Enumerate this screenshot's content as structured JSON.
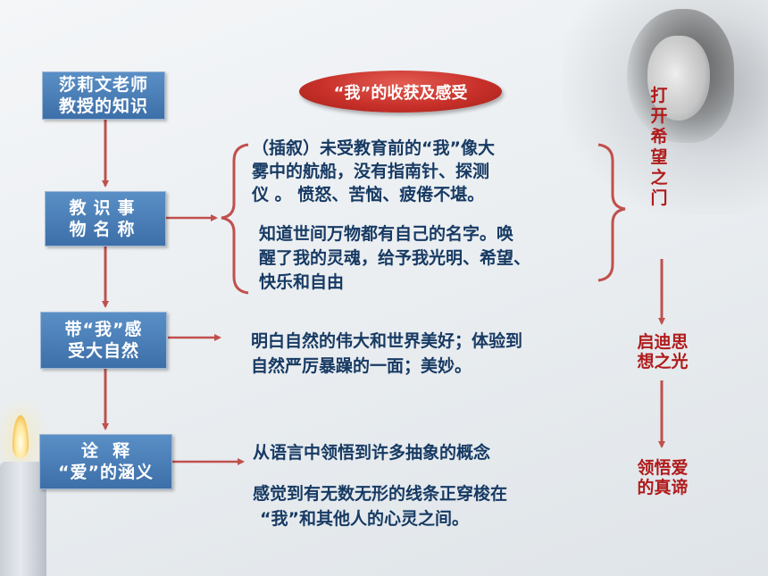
{
  "boxes": {
    "box1": [
      "莎莉文老师",
      "教授的知识"
    ],
    "box2": [
      "教识事",
      "物名称"
    ],
    "box3": [
      "带“我”感",
      "受大自然"
    ],
    "box4": [
      "诠  释",
      "“爱”的涵义"
    ]
  },
  "oval_title": "“我”的收获及感受",
  "texts": {
    "before_line1": "（插叙）未受教育前的“我”像大",
    "before_line2": "雾中的航船，没有指南针、探测",
    "before_line3": "仪  。  愤怒、苦恼、疲倦不堪。",
    "after_line1": "知道世间万物都有自己的名字。唤",
    "after_line2": "醒了我的灵魂，给予我光明、希望、",
    "after_line3": "快乐和自由",
    "nature_line1": "明白自然的伟大和世界美好；体验到",
    "nature_line2": "自然严厉暴躁的一面；美妙。",
    "love_line1": "从语言中领悟到许多抽象的概念",
    "love_line2": "感觉到有无数无形的线条正穿梭在",
    "love_line3": "“我”和其他人的心灵之间。"
  },
  "right_labels": {
    "door": "打开希望之门",
    "light_line1": "启迪思",
    "light_line2": "想之光",
    "truth_line1": "领悟爱",
    "truth_line2": "的真谛"
  },
  "colors": {
    "box_blue": "#4a7fb8",
    "arrow_red": "#c0504d",
    "text_navy": "#173a63",
    "label_red": "#b01b1b"
  }
}
